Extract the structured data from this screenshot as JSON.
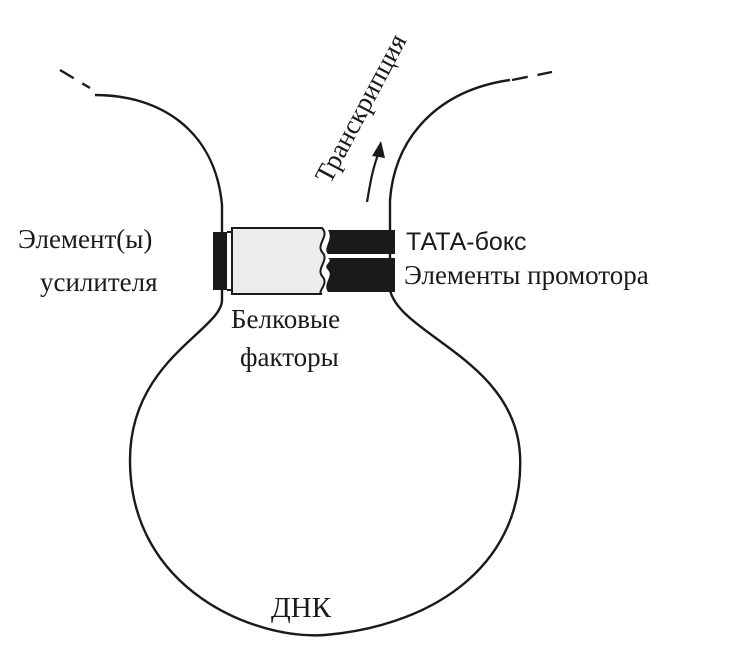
{
  "labels": {
    "transcription": "Транскрипция",
    "enhancer_line1": "Элемент(ы)",
    "enhancer_line2": "усилителя",
    "tata_box": "ТАТА-бокс",
    "promoter_elements": "Элементы промотора",
    "protein_factors_line1": "Белковые",
    "protein_factors_line2": "факторы",
    "dna": "ДНК"
  },
  "colors": {
    "stroke": "#1a1a1a",
    "background": "#ffffff",
    "factor_fill": "#ececec"
  },
  "icons": {
    "transcription_direction": "curved-arrow-up-icon"
  }
}
